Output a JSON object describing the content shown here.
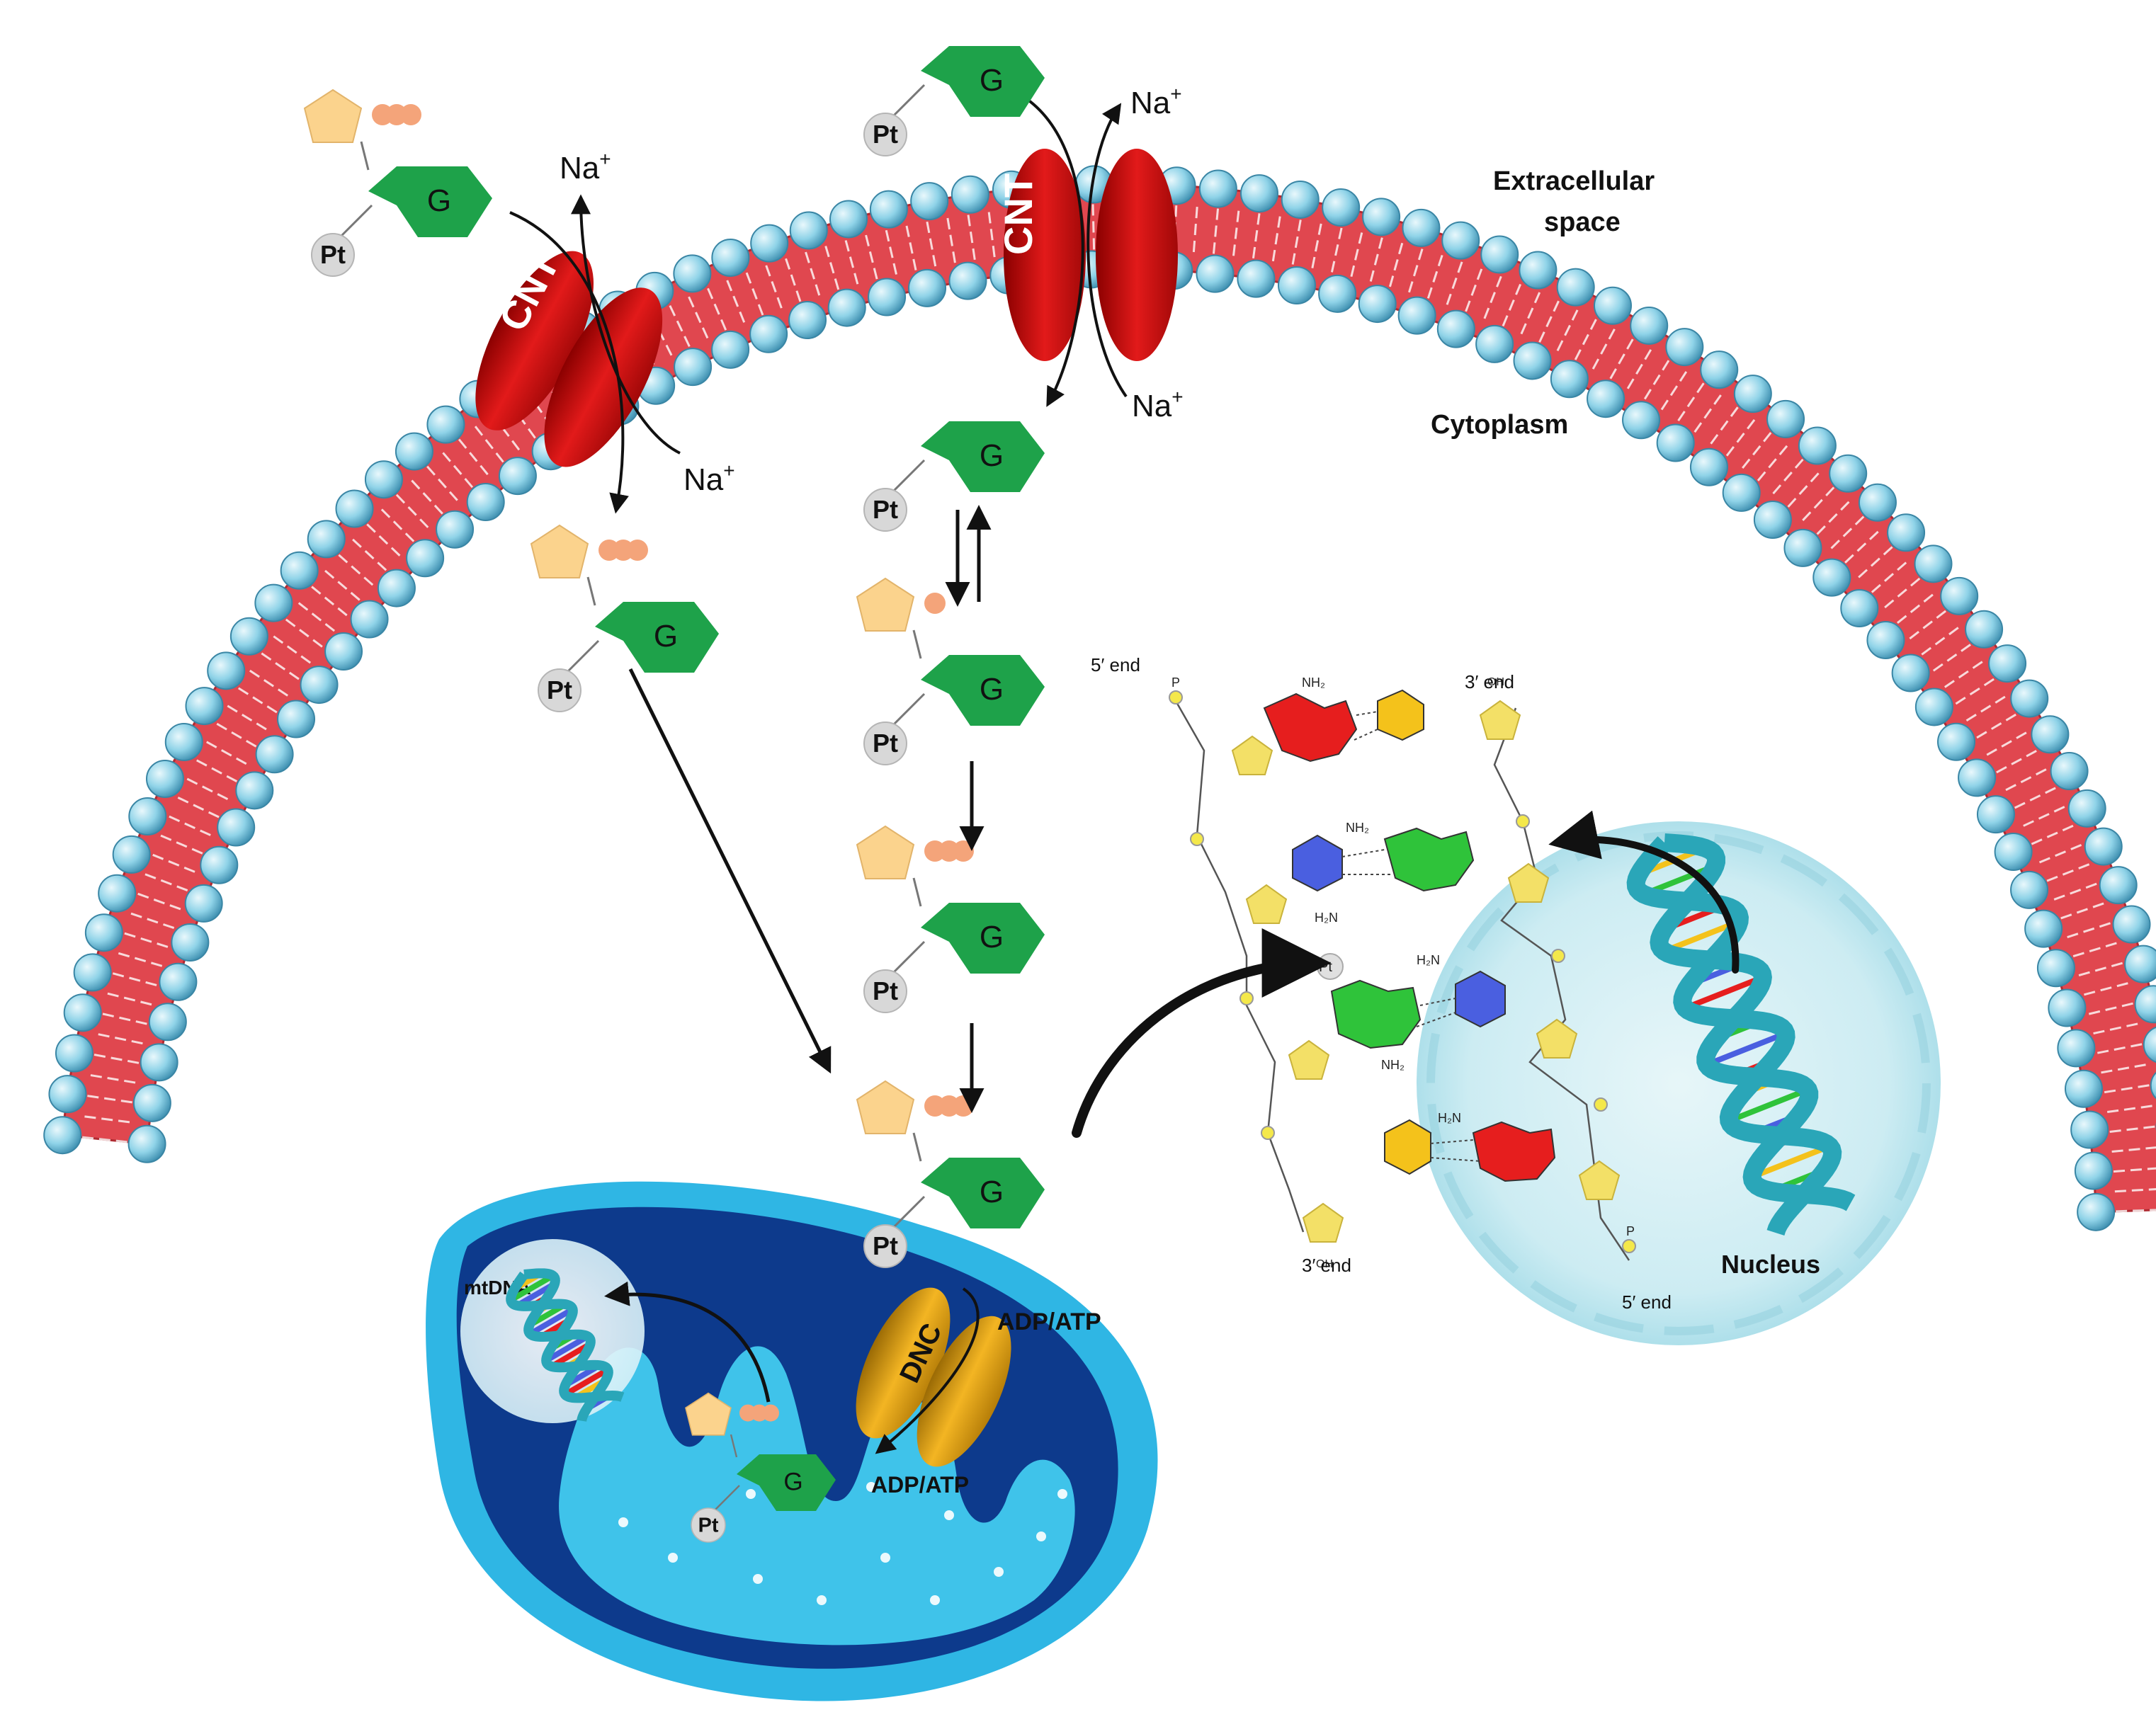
{
  "labels": {
    "extracellular_line1": "Extracellular",
    "extracellular_line2": "space",
    "cytoplasm": "Cytoplasm",
    "nucleus": "Nucleus",
    "mtdna": "mtDNA",
    "adp_atp_top": "ADP/ATP",
    "adp_atp_bottom": "ADP/ATP",
    "five_end_top": "5′ end",
    "three_end_top": "3′ end",
    "three_end_bottom": "3′ end",
    "five_end_bottom": "5′ end"
  },
  "transporters": {
    "cnt": "CNT",
    "dnc": "DNC"
  },
  "ions": {
    "na": "Na",
    "plus": "+"
  },
  "molecule": {
    "base": "G",
    "metal": "Pt"
  },
  "chem_labels": {
    "nh2": "NH₂",
    "h2n": "H₂N",
    "oh": "OH",
    "o": "O",
    "p": "P",
    "n": "N",
    "h": "H"
  },
  "colors": {
    "membrane": "#e0474f",
    "head": "#8fd3e8",
    "cnt": "#cc1010",
    "guanine": "#1ea24a",
    "ribose": "#fbd38d",
    "phosphate": "#f4a47a",
    "pt": "#d4d4d4",
    "dnc": "#e3a317",
    "mito_outer": "#2fb6e4",
    "mito_inner": "#0d3a8c",
    "nucleus": "#bfe6ee"
  }
}
